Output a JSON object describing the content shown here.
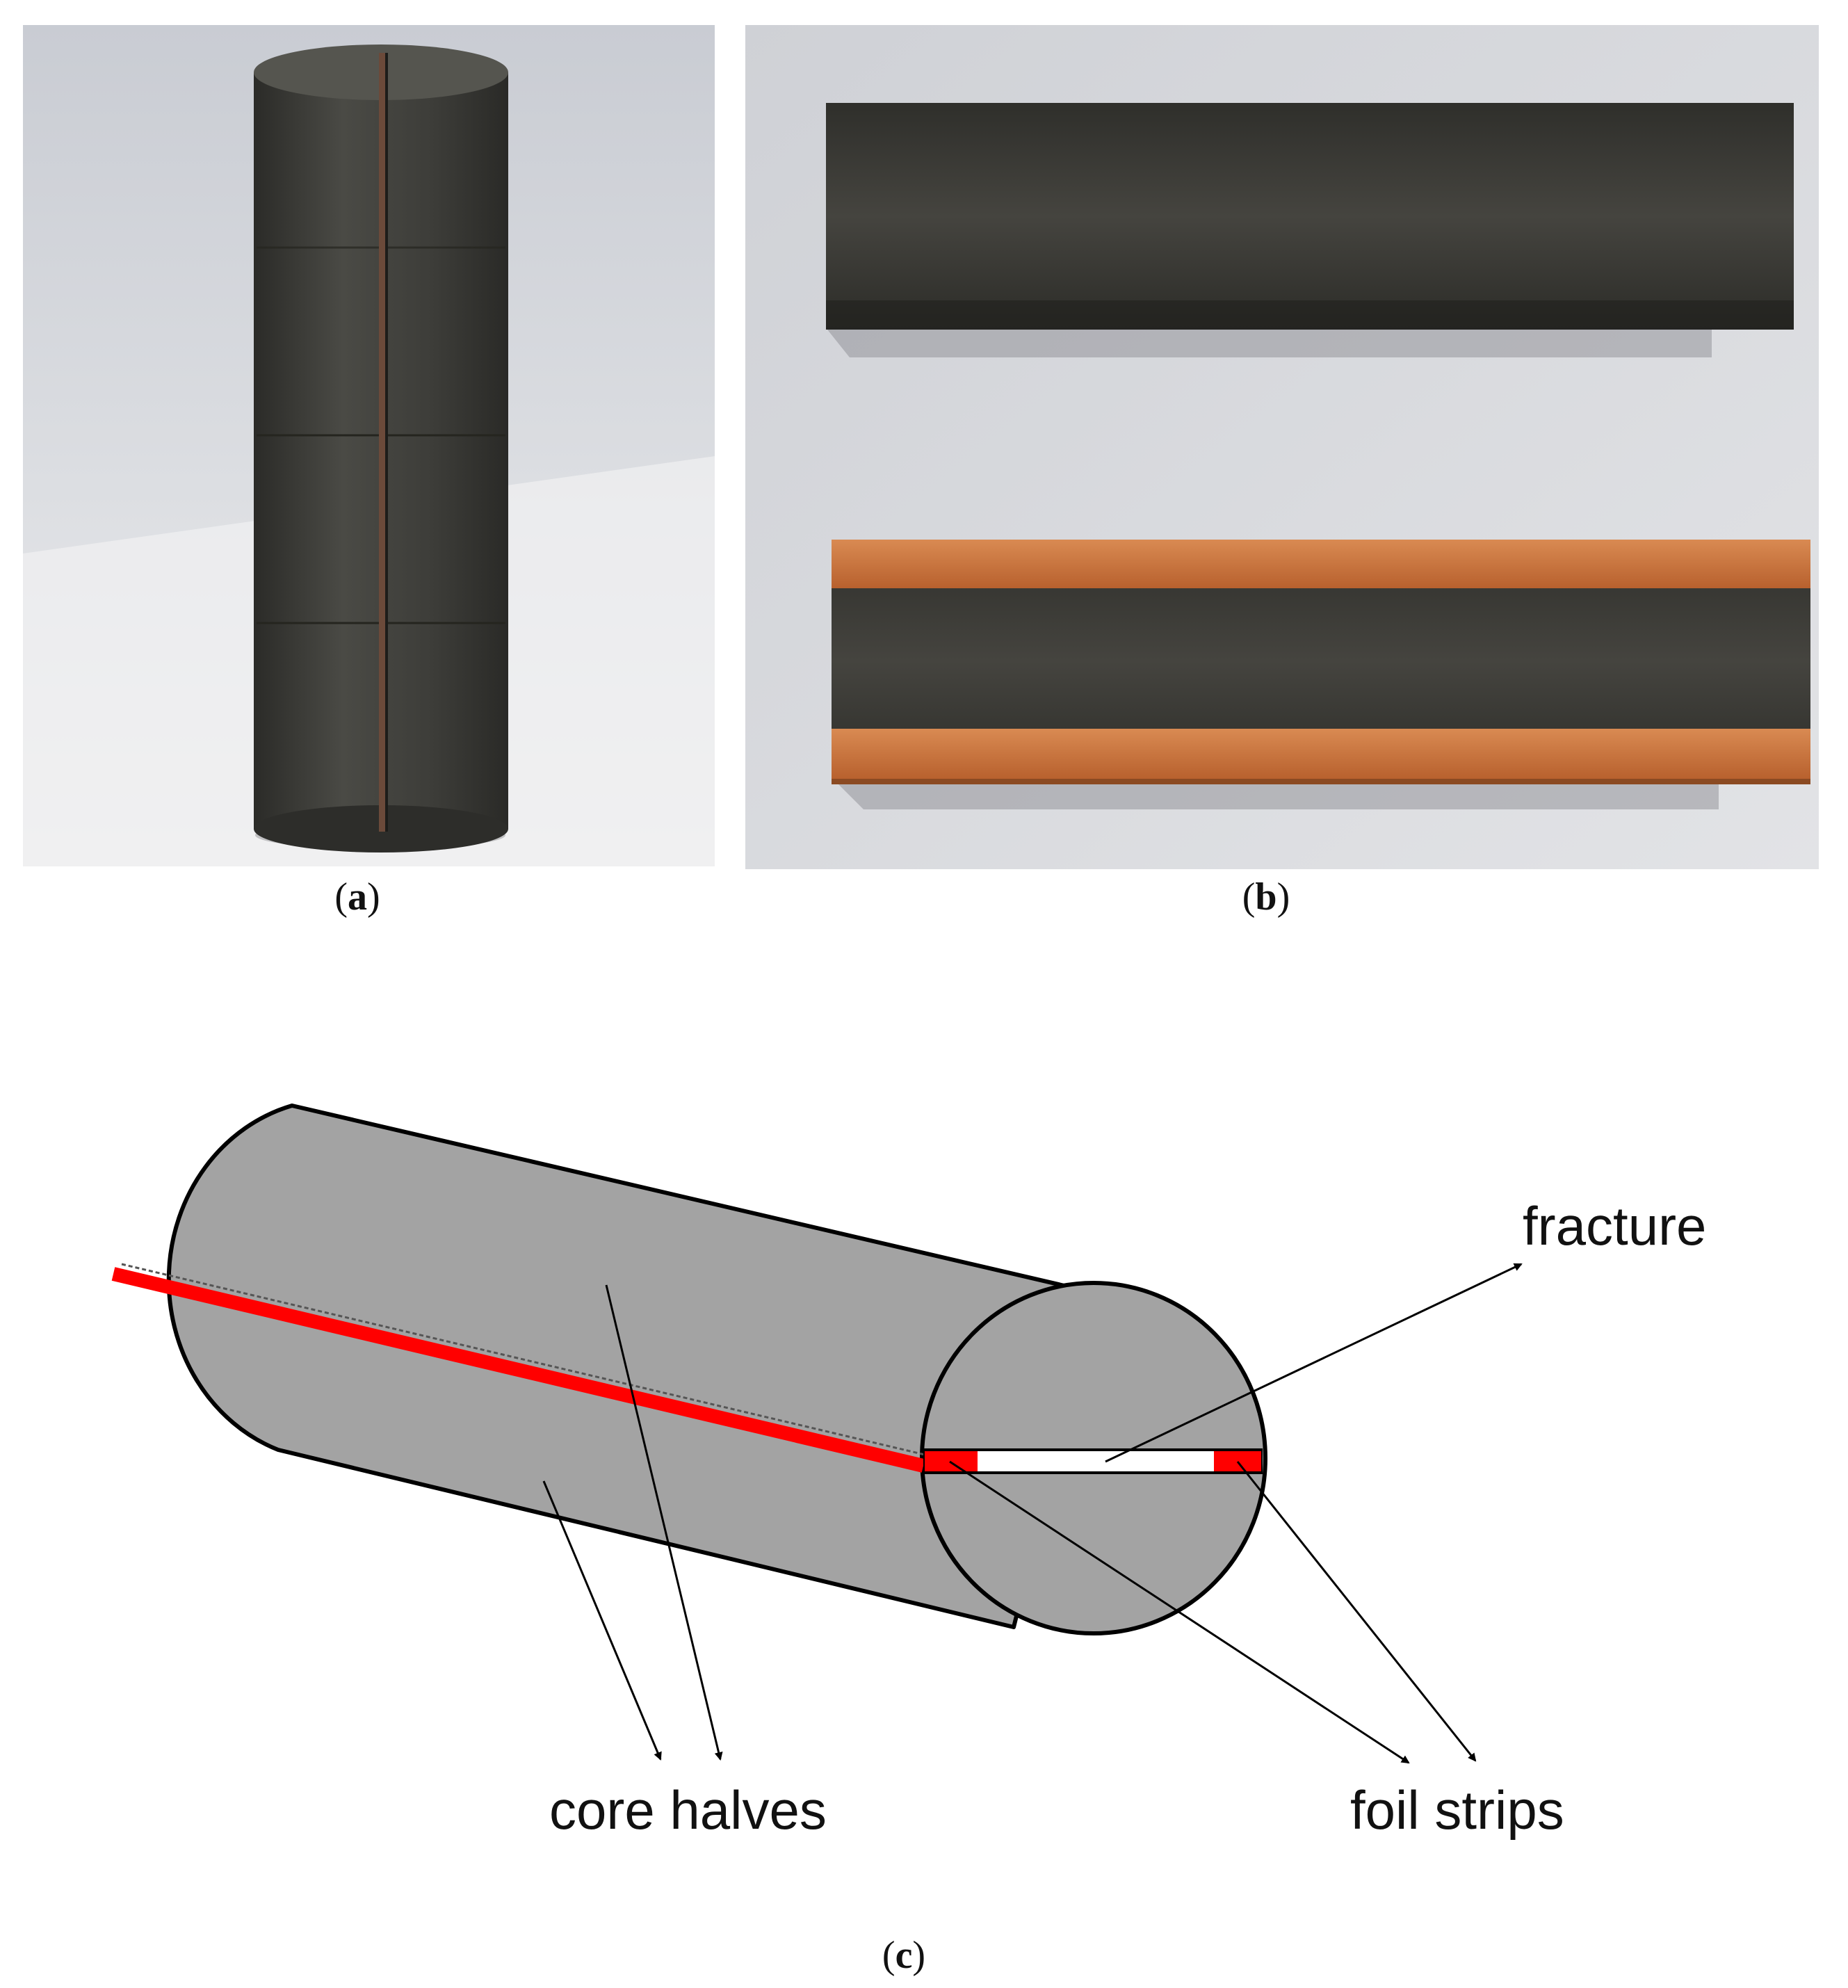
{
  "panels": {
    "a": {
      "caption_open": "(",
      "caption_letter": "a",
      "caption_close": ")"
    },
    "b": {
      "caption_open": "(",
      "caption_letter": "b",
      "caption_close": ")"
    },
    "c": {
      "caption_open": "(",
      "caption_letter": "c",
      "caption_close": ")"
    }
  },
  "diagram": {
    "label_fracture": "fracture",
    "label_core_halves": "core halves",
    "label_foil_strips": "foil strips",
    "colors": {
      "core_fill": "#a3a3a3",
      "foil": "#ff0000",
      "fracture": "#ffffff",
      "outline": "#000000"
    }
  },
  "photo_colors": {
    "background_light": "#d7d9de",
    "graphite": "#3a3a36",
    "copper": "#c9733c"
  }
}
